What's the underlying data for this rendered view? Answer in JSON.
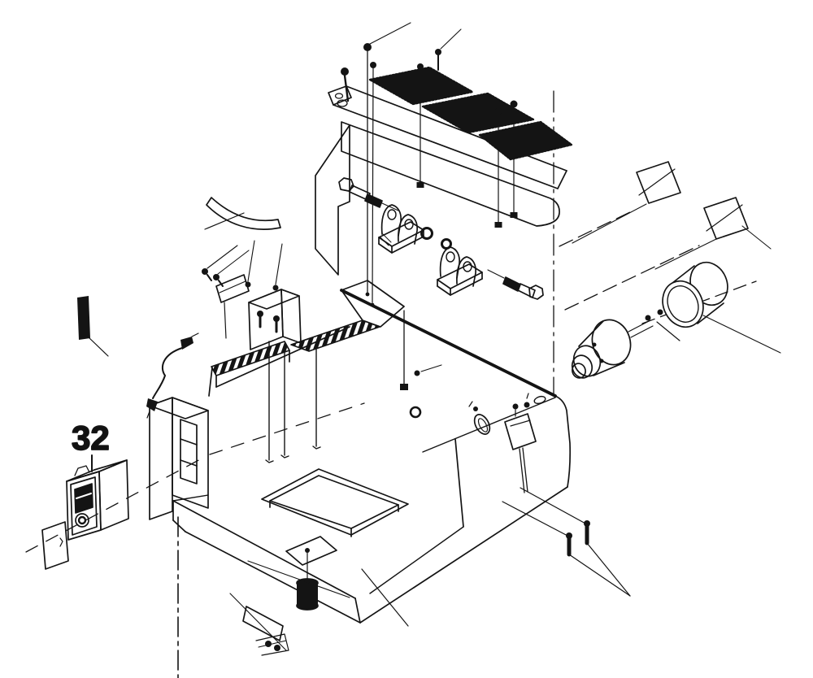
{
  "diagram": {
    "type": "exploded-parts-diagram",
    "background": "#ffffff",
    "line_color": "#141414",
    "callouts": [
      {
        "label": "32",
        "target_part": "power-switch"
      }
    ]
  }
}
